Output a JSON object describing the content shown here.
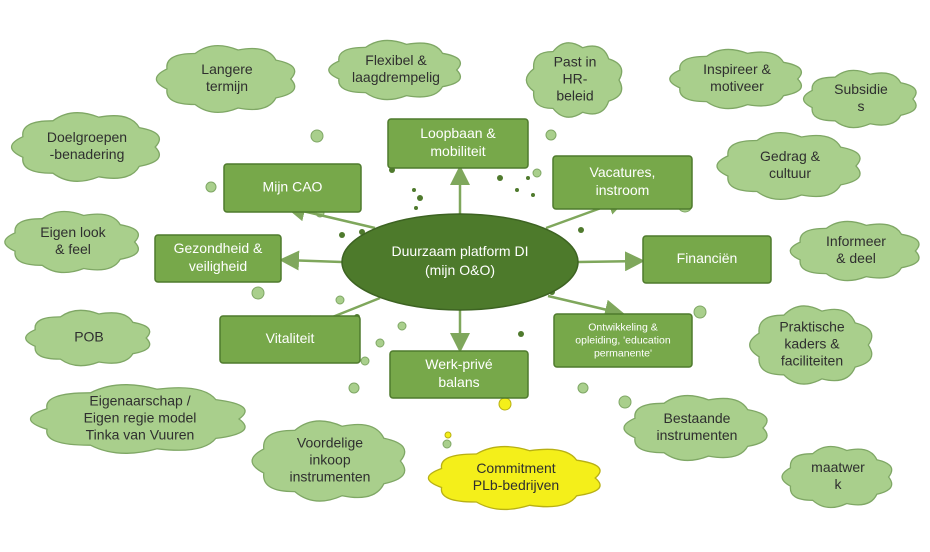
{
  "center": {
    "lines": [
      "Duurzaam platform DI",
      "(mijn O&O)"
    ]
  },
  "boxes": [
    {
      "id": "loopbaan",
      "lines": [
        "Loopbaan &",
        "mobiliteit"
      ]
    },
    {
      "id": "vacatures",
      "lines": [
        "Vacatures,",
        "instroom"
      ]
    },
    {
      "id": "financien",
      "lines": [
        "Financiën"
      ]
    },
    {
      "id": "ontwikkeling",
      "lines": [
        "Ontwikkeling &",
        "opleiding, 'education",
        "permanente'"
      ]
    },
    {
      "id": "werkprive",
      "lines": [
        "Werk-privé",
        "balans"
      ]
    },
    {
      "id": "vitaliteit",
      "lines": [
        "Vitaliteit"
      ]
    },
    {
      "id": "gezondheid",
      "lines": [
        "Gezondheid &",
        "veiligheid"
      ]
    },
    {
      "id": "mijncao",
      "lines": [
        "Mijn CAO"
      ]
    }
  ],
  "clouds": [
    {
      "id": "langere-termijn",
      "lines": [
        "Langere",
        "termijn"
      ]
    },
    {
      "id": "flexibel",
      "lines": [
        "Flexibel &",
        "laagdrempelig"
      ]
    },
    {
      "id": "past-in-hr",
      "lines": [
        "Past in",
        "HR-",
        "beleid"
      ]
    },
    {
      "id": "inspireer",
      "lines": [
        "Inspireer &",
        "motiveer"
      ]
    },
    {
      "id": "subsidies",
      "lines": [
        "Subsidie",
        "s"
      ]
    },
    {
      "id": "doelgroepen",
      "lines": [
        "Doelgroepen",
        "-benadering"
      ]
    },
    {
      "id": "gedrag",
      "lines": [
        "Gedrag &",
        "cultuur"
      ]
    },
    {
      "id": "eigen-look",
      "lines": [
        "Eigen look",
        "& feel"
      ]
    },
    {
      "id": "informeer",
      "lines": [
        "Informeer",
        "& deel"
      ]
    },
    {
      "id": "pob",
      "lines": [
        "POB"
      ]
    },
    {
      "id": "praktische",
      "lines": [
        "Praktische",
        "kaders &",
        "faciliteiten"
      ]
    },
    {
      "id": "eigenaarschap",
      "lines": [
        "Eigenaarschap /",
        "Eigen regie model",
        "Tinka van Vuuren"
      ]
    },
    {
      "id": "voordelige",
      "lines": [
        "Voordelige",
        "inkoop",
        "instrumenten"
      ]
    },
    {
      "id": "commitment",
      "lines": [
        "Commitment",
        "PLb-bedrijven"
      ]
    },
    {
      "id": "bestaande",
      "lines": [
        "Bestaande",
        "instrumenten"
      ]
    },
    {
      "id": "maatwerk",
      "lines": [
        "maatwer",
        "k"
      ]
    }
  ],
  "colors": {
    "box_fill": "#77a84a",
    "box_stroke": "#4f7a2d",
    "center_fill": "#4d7a2b",
    "cloud_fill": "#a9cf8c",
    "cloud_stroke": "#7fa765",
    "highlight_fill": "#f4ef1a",
    "highlight_stroke": "#b8b014",
    "arrow": "#7fa75c",
    "dot_dark": "#4f7a2d",
    "bubble": "#a9cf8c"
  }
}
